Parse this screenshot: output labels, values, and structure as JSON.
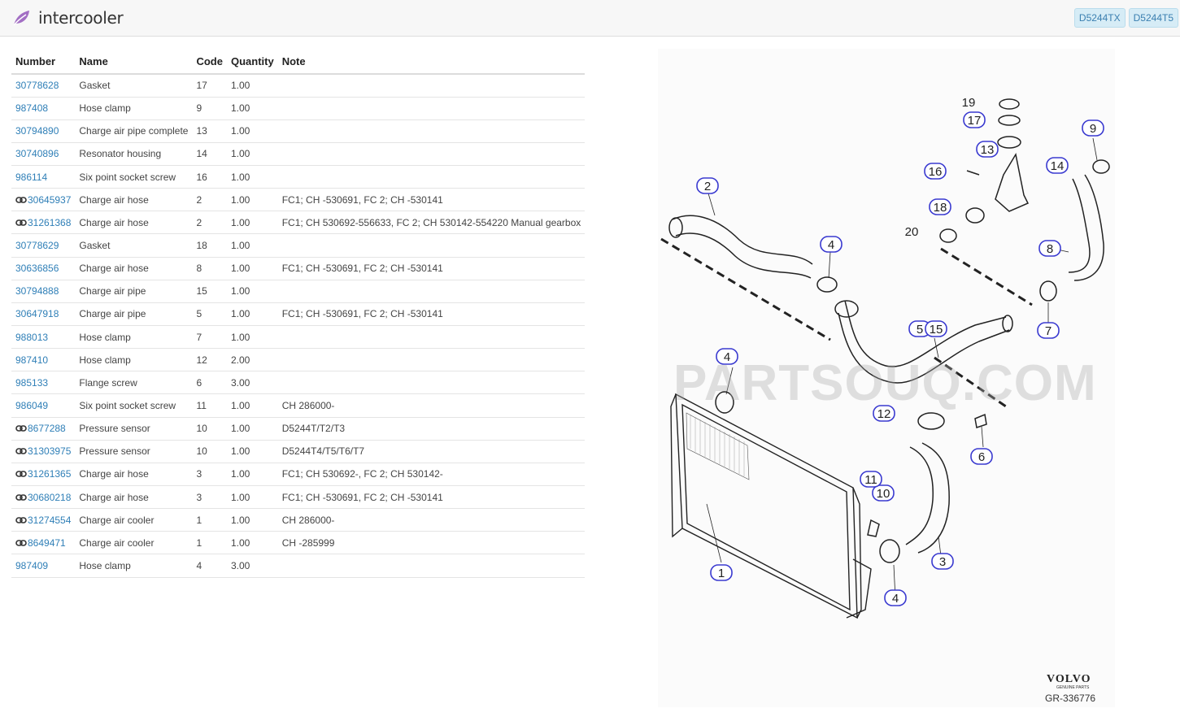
{
  "header": {
    "title": "intercooler",
    "badges": [
      "D5244TX",
      "D5244T5"
    ]
  },
  "table": {
    "columns": [
      "Number",
      "Name",
      "Code",
      "Quantity",
      "Note"
    ],
    "rows": [
      {
        "number": "30778628",
        "name": "Gasket",
        "code": "17",
        "quantity": "1.00",
        "note": "",
        "linked": false
      },
      {
        "number": "987408",
        "name": "Hose clamp",
        "code": "9",
        "quantity": "1.00",
        "note": "",
        "linked": false
      },
      {
        "number": "30794890",
        "name": "Charge air pipe complete",
        "code": "13",
        "quantity": "1.00",
        "note": "",
        "linked": false
      },
      {
        "number": "30740896",
        "name": "Resonator housing",
        "code": "14",
        "quantity": "1.00",
        "note": "",
        "linked": false
      },
      {
        "number": "986114",
        "name": "Six point socket screw",
        "code": "16",
        "quantity": "1.00",
        "note": "",
        "linked": false
      },
      {
        "number": "30645937",
        "name": "Charge air hose",
        "code": "2",
        "quantity": "1.00",
        "note": "FC1; CH -530691, FC 2; CH -530141",
        "linked": true
      },
      {
        "number": "31261368",
        "name": "Charge air hose",
        "code": "2",
        "quantity": "1.00",
        "note": "FC1; CH 530692-556633, FC 2; CH 530142-554220 Manual gearbox",
        "linked": true
      },
      {
        "number": "30778629",
        "name": "Gasket",
        "code": "18",
        "quantity": "1.00",
        "note": "",
        "linked": false
      },
      {
        "number": "30636856",
        "name": "Charge air hose",
        "code": "8",
        "quantity": "1.00",
        "note": "FC1; CH -530691, FC 2; CH -530141",
        "linked": false
      },
      {
        "number": "30794888",
        "name": "Charge air pipe",
        "code": "15",
        "quantity": "1.00",
        "note": "",
        "linked": false
      },
      {
        "number": "30647918",
        "name": "Charge air pipe",
        "code": "5",
        "quantity": "1.00",
        "note": "FC1; CH -530691, FC 2; CH -530141",
        "linked": false
      },
      {
        "number": "988013",
        "name": "Hose clamp",
        "code": "7",
        "quantity": "1.00",
        "note": "",
        "linked": false
      },
      {
        "number": "987410",
        "name": "Hose clamp",
        "code": "12",
        "quantity": "2.00",
        "note": "",
        "linked": false
      },
      {
        "number": "985133",
        "name": "Flange screw",
        "code": "6",
        "quantity": "3.00",
        "note": "",
        "linked": false
      },
      {
        "number": "986049",
        "name": "Six point socket screw",
        "code": "11",
        "quantity": "1.00",
        "note": "CH 286000-",
        "linked": false
      },
      {
        "number": "8677288",
        "name": "Pressure sensor",
        "code": "10",
        "quantity": "1.00",
        "note": "D5244T/T2/T3",
        "linked": true
      },
      {
        "number": "31303975",
        "name": "Pressure sensor",
        "code": "10",
        "quantity": "1.00",
        "note": "D5244T4/T5/T6/T7",
        "linked": true
      },
      {
        "number": "31261365",
        "name": "Charge air hose",
        "code": "3",
        "quantity": "1.00",
        "note": "FC1; CH 530692-, FC 2; CH 530142-",
        "linked": true
      },
      {
        "number": "30680218",
        "name": "Charge air hose",
        "code": "3",
        "quantity": "1.00",
        "note": "FC1; CH -530691, FC 2; CH -530141",
        "linked": true
      },
      {
        "number": "31274554",
        "name": "Charge air cooler",
        "code": "1",
        "quantity": "1.00",
        "note": "CH 286000-",
        "linked": true
      },
      {
        "number": "8649471",
        "name": "Charge air cooler",
        "code": "1",
        "quantity": "1.00",
        "note": "CH -285999",
        "linked": true
      },
      {
        "number": "987409",
        "name": "Hose clamp",
        "code": "4",
        "quantity": "3.00",
        "note": "",
        "linked": false
      }
    ]
  },
  "diagram": {
    "watermark": "PARTSOUQ.COM",
    "brand": "VOLVO",
    "brand_sub": "GENUINE PARTS",
    "code": "GR-336776",
    "callouts": [
      "1",
      "2",
      "3",
      "4",
      "4",
      "4",
      "5",
      "15",
      "6",
      "7",
      "8",
      "9",
      "10",
      "11",
      "12",
      "13",
      "14",
      "16",
      "17",
      "18",
      "19",
      "20"
    ],
    "colors": {
      "callout_ring": "#3a3ad0",
      "link": "#2f7fb7",
      "badge_bg": "#d6ecf6"
    }
  }
}
